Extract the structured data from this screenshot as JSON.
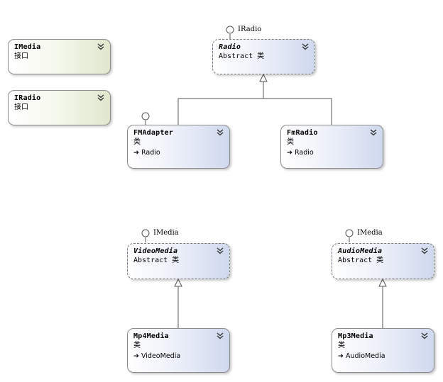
{
  "colors": {
    "interface_fill": "#dfe7cd",
    "class_fill": "#cfd8ee",
    "border": "#8c8c8c",
    "line": "#555555"
  },
  "elements": {
    "imedia_iface": {
      "name": "IMedia",
      "kind": "接口"
    },
    "iradio_iface": {
      "name": "IRadio",
      "kind": "接口"
    },
    "radio": {
      "name": "Radio",
      "kind": "Abstract 类",
      "lollipop": "IRadio"
    },
    "fmadapter": {
      "name": "FMAdapter",
      "kind": "类",
      "inherits": "Radio"
    },
    "fmradio": {
      "name": "FmRadio",
      "kind": "类",
      "inherits": "Radio"
    },
    "videomedia": {
      "name": "VideoMedia",
      "kind": "Abstract 类",
      "lollipop": "IMedia"
    },
    "audiomedia": {
      "name": "AudioMedia",
      "kind": "Abstract 类",
      "lollipop": "IMedia"
    },
    "mp4media": {
      "name": "Mp4Media",
      "kind": "类",
      "inherits": "VideoMedia"
    },
    "mp3media": {
      "name": "Mp3Media",
      "kind": "类",
      "inherits": "AudioMedia"
    }
  },
  "icons": {
    "expand": "double-chevron-down-icon",
    "inherits": "arrow-right-icon",
    "lollipop": "interface-lollipop-icon"
  }
}
